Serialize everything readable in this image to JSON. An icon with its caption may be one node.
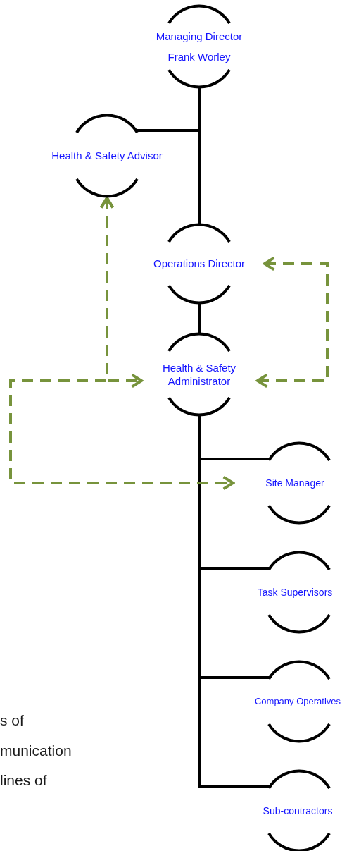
{
  "diagram": {
    "nodes": [
      {
        "text": [
          "Managing Director",
          "Frank Worley"
        ]
      },
      {
        "text": [
          "Health & Safety Advisor"
        ]
      },
      {
        "text": [
          "Operations Director"
        ]
      },
      {
        "text": [
          "Health & Safety Administrator"
        ]
      },
      {
        "text": [
          "Site Manager"
        ]
      },
      {
        "text": [
          "Task Supervisors"
        ]
      },
      {
        "text": [
          "Company Operatives"
        ]
      },
      {
        "text": [
          "Sub-contractors"
        ]
      }
    ],
    "edges": [
      {
        "from": 0,
        "to": 2,
        "arrow": "none"
      },
      {
        "from": 0,
        "to": 1,
        "arrow": "none"
      },
      {
        "from": 2,
        "to": 3,
        "arrow": "none"
      },
      {
        "from": 3,
        "to": 4,
        "arrow": "none"
      },
      {
        "from": 3,
        "to": 5,
        "arrow": "none"
      },
      {
        "from": 3,
        "to": 6,
        "arrow": "none"
      },
      {
        "from": 3,
        "to": 7,
        "arrow": "none"
      },
      {
        "from": 1,
        "to": 3,
        "arrow": "both",
        "style": "dashed",
        "color": "#77933c"
      },
      {
        "from": 1,
        "to": 4,
        "arrow": "both",
        "style": "dashed",
        "color": "#77933c"
      },
      {
        "from": 2,
        "to": 3,
        "arrow": "both",
        "style": "dashed",
        "color": "#77933c"
      }
    ],
    "labels": [
      "s of",
      "munication",
      "lines of"
    ]
  }
}
